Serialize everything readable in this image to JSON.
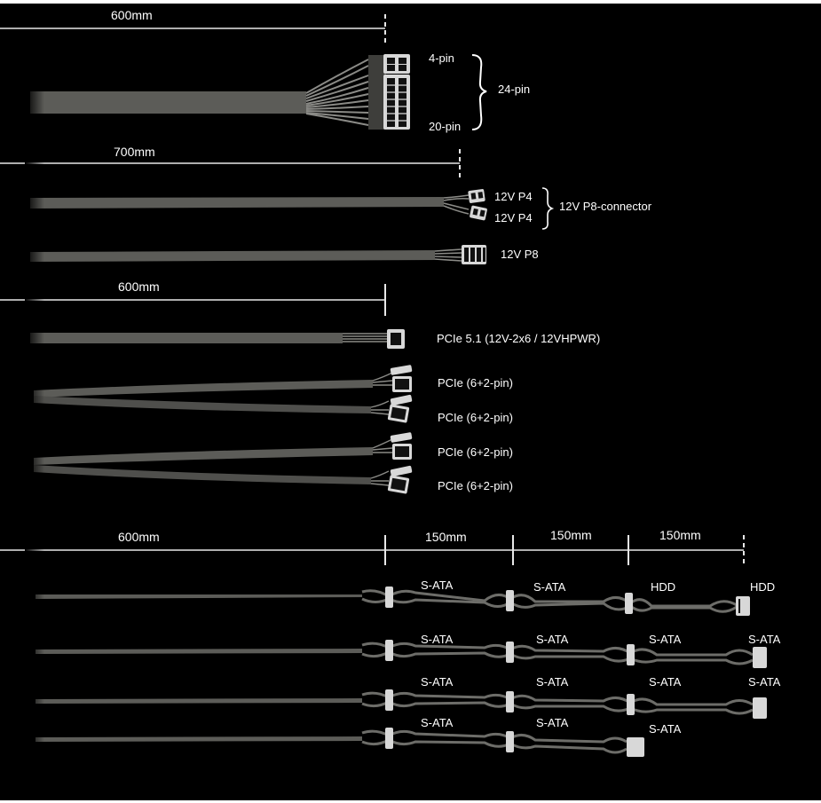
{
  "colors": {
    "background": "#000000",
    "cable": "#5c5c58",
    "cable_dark": "#3e3e3b",
    "connector": "#d8d8d8",
    "connector_dark": "#111111",
    "guide": "#e8e8e8",
    "text": "#ffffff"
  },
  "sections": {
    "atx": {
      "length": "600mm",
      "pin4": "4-pin",
      "pin20": "20-pin",
      "pin24": "24-pin"
    },
    "eps": {
      "length": "700mm",
      "p4_a": "12V P4",
      "p4_b": "12V P4",
      "p8_connector": "12V P8-connector",
      "p8": "12V P8"
    },
    "pcie": {
      "length": "600mm",
      "pcie5": "PCIe 5.1 (12V-2x6 / 12VHPWR)",
      "c1": "PCIe (6+2-pin)",
      "c2": "PCIe (6+2-pin)",
      "c3": "PCIe (6+2-pin)",
      "c4": "PCIe (6+2-pin)"
    },
    "sata": {
      "len_main": "600mm",
      "len_1": "150mm",
      "len_2": "150mm",
      "len_3": "150mm",
      "r1": [
        "S-ATA",
        "S-ATA",
        "HDD",
        "HDD"
      ],
      "r2": [
        "S-ATA",
        "S-ATA",
        "S-ATA",
        "S-ATA"
      ],
      "r3": [
        "S-ATA",
        "S-ATA",
        "S-ATA",
        "S-ATA"
      ],
      "r4": [
        "S-ATA",
        "S-ATA",
        "S-ATA"
      ]
    }
  }
}
